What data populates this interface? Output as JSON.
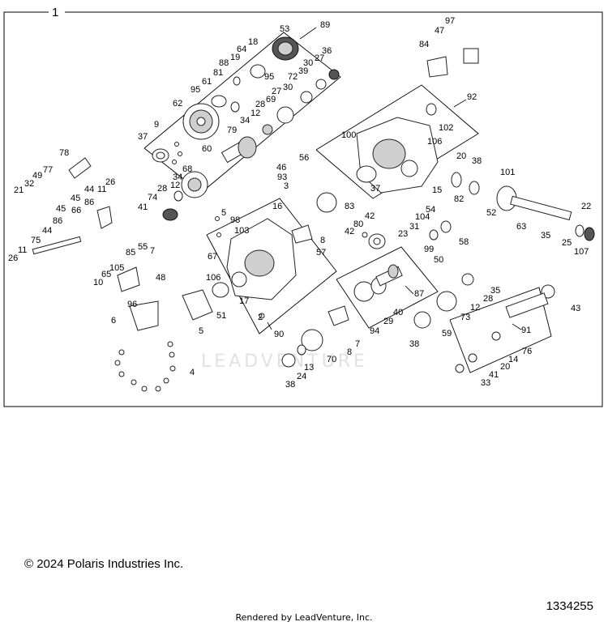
{
  "diagram": {
    "frame_label": "1",
    "watermark_text": "LEADVENTURE",
    "callouts": [
      "89",
      "53",
      "18",
      "64",
      "19",
      "95",
      "88",
      "81",
      "61",
      "95",
      "62",
      "9",
      "37",
      "60",
      "79",
      "34",
      "12",
      "28",
      "69",
      "27",
      "30",
      "72",
      "39",
      "30",
      "27",
      "36",
      "97",
      "47",
      "84",
      "92",
      "102",
      "106",
      "100",
      "37",
      "78",
      "21",
      "32",
      "49",
      "77",
      "44",
      "11",
      "26",
      "45",
      "86",
      "66",
      "45",
      "86",
      "44",
      "75",
      "11",
      "26",
      "74",
      "41",
      "28",
      "12",
      "34",
      "68",
      "5",
      "98",
      "103",
      "16",
      "56",
      "46",
      "93",
      "3",
      "83",
      "8",
      "57",
      "42",
      "80",
      "42",
      "20",
      "38",
      "15",
      "82",
      "101",
      "52",
      "22",
      "63",
      "35",
      "25",
      "107",
      "54",
      "104",
      "31",
      "23",
      "99",
      "58",
      "50",
      "7",
      "55",
      "87",
      "85",
      "105",
      "65",
      "10",
      "48",
      "67",
      "106",
      "17",
      "2",
      "96",
      "6",
      "51",
      "5",
      "4",
      "90",
      "94",
      "7",
      "8",
      "70",
      "13",
      "24",
      "38",
      "40",
      "29",
      "38",
      "59",
      "73",
      "12",
      "28",
      "35",
      "43",
      "91",
      "76",
      "14",
      "20",
      "41",
      "33"
    ]
  },
  "footer": {
    "copyright": "© 2024 Polaris Industries Inc.",
    "drawing_number": "1334255",
    "rendered_by": "Rendered by LeadVenture, Inc."
  }
}
